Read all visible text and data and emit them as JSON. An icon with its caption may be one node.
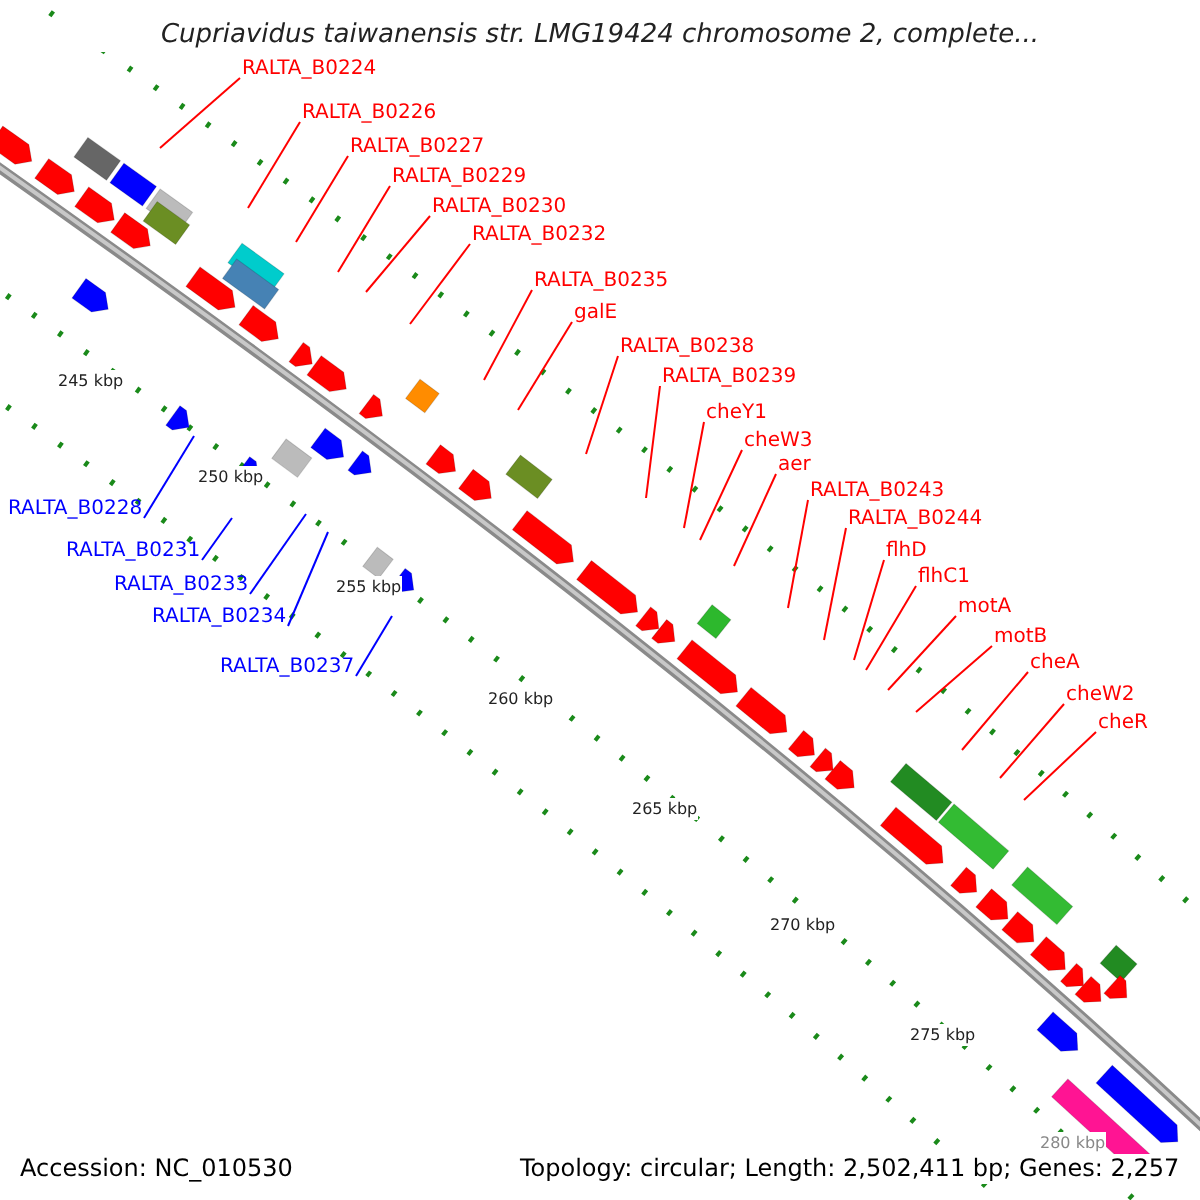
{
  "diagram": {
    "title": "Cupriavidus taiwanensis str. LMG19424 chromosome 2, complete...",
    "nodes": [
      {
        "text": [
          "RALTA_B0224"
        ]
      },
      {
        "text": [
          "RALTA_B0226"
        ]
      },
      {
        "text": [
          "RALTA_B0227"
        ]
      },
      {
        "text": [
          "RALTA_B0229"
        ]
      },
      {
        "text": [
          "RALTA_B0230"
        ]
      },
      {
        "text": [
          "RALTA_B0232"
        ]
      },
      {
        "text": [
          "RALTA_B0235"
        ]
      },
      {
        "text": [
          "galE"
        ]
      },
      {
        "text": [
          "RALTA_B0238"
        ]
      },
      {
        "text": [
          "RALTA_B0239"
        ]
      },
      {
        "text": [
          "cheY1"
        ]
      },
      {
        "text": [
          "cheW3"
        ]
      },
      {
        "text": [
          "aer"
        ]
      },
      {
        "text": [
          "RALTA_B0243"
        ]
      },
      {
        "text": [
          "RALTA_B0244"
        ]
      },
      {
        "text": [
          "flhD"
        ]
      },
      {
        "text": [
          "flhC1"
        ]
      },
      {
        "text": [
          "motA"
        ]
      },
      {
        "text": [
          "motB"
        ]
      },
      {
        "text": [
          "cheA"
        ]
      },
      {
        "text": [
          "cheW2"
        ]
      },
      {
        "text": [
          "cheR"
        ]
      },
      {
        "text": [
          "RALTA_B0228"
        ]
      },
      {
        "text": [
          "RALTA_B0231"
        ]
      },
      {
        "text": [
          "RALTA_B0233"
        ]
      },
      {
        "text": [
          "RALTA_B0234"
        ]
      },
      {
        "text": [
          "RALTA_B0237"
        ]
      }
    ],
    "edges": [
      {
        "from": 0,
        "to": null,
        "arrow": "none"
      },
      {
        "from": 1,
        "to": null,
        "arrow": "none"
      },
      {
        "from": 2,
        "to": null,
        "arrow": "none"
      },
      {
        "from": 3,
        "to": null,
        "arrow": "none"
      },
      {
        "from": 4,
        "to": null,
        "arrow": "none"
      },
      {
        "from": 5,
        "to": null,
        "arrow": "none"
      },
      {
        "from": 6,
        "to": null,
        "arrow": "none"
      },
      {
        "from": 7,
        "to": null,
        "arrow": "none"
      },
      {
        "from": 8,
        "to": null,
        "arrow": "none"
      },
      {
        "from": 9,
        "to": null,
        "arrow": "none"
      },
      {
        "from": 10,
        "to": null,
        "arrow": "none"
      },
      {
        "from": 11,
        "to": null,
        "arrow": "none"
      },
      {
        "from": 12,
        "to": null,
        "arrow": "none"
      },
      {
        "from": 13,
        "to": null,
        "arrow": "none"
      },
      {
        "from": 14,
        "to": null,
        "arrow": "none"
      },
      {
        "from": 15,
        "to": null,
        "arrow": "none"
      },
      {
        "from": 16,
        "to": null,
        "arrow": "none"
      },
      {
        "from": 17,
        "to": null,
        "arrow": "none"
      },
      {
        "from": 18,
        "to": null,
        "arrow": "none"
      },
      {
        "from": 19,
        "to": null,
        "arrow": "none"
      },
      {
        "from": 20,
        "to": null,
        "arrow": "none"
      },
      {
        "from": 21,
        "to": null,
        "arrow": "none"
      },
      {
        "from": 22,
        "to": null,
        "arrow": "none",
        "color": "#0000ff"
      },
      {
        "from": 23,
        "to": null,
        "arrow": "none",
        "color": "#0000ff"
      },
      {
        "from": 24,
        "to": null,
        "arrow": "none",
        "color": "#0000ff"
      },
      {
        "from": 25,
        "to": null,
        "arrow": "none",
        "color": "#0000ff"
      },
      {
        "from": 26,
        "to": null,
        "arrow": "none",
        "color": "#0000ff"
      }
    ],
    "labels": [
      "245 kbp",
      "250 kbp",
      "255 kbp",
      "260 kbp",
      "265 kbp",
      "270 kbp",
      "275 kbp",
      "280 kbp",
      "Accession: NC_010530",
      "Topology: circular; Length: 2,502,411 bp; Genes: 2,257"
    ]
  }
}
